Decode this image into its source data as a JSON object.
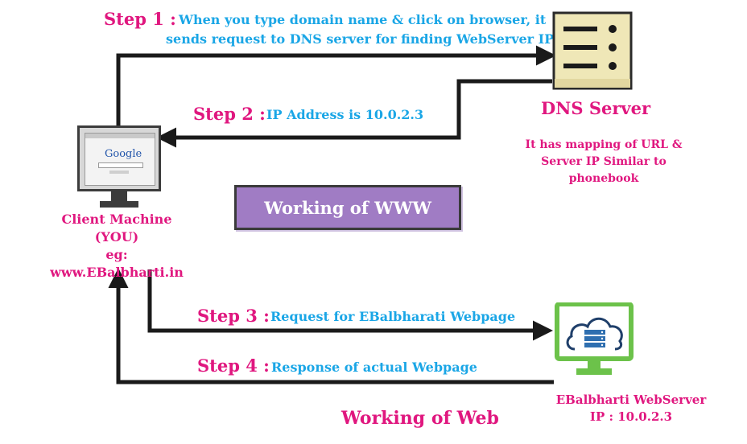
{
  "steps": [
    {
      "label": "Step 1 :",
      "text_line1": "When you type domain name & click on browser, it",
      "text_line2": "sends request to DNS server for finding WebServer IP"
    },
    {
      "label": "Step 2 :",
      "text": "IP Address is 10.0.2.3"
    },
    {
      "label": "Step 3 :",
      "text": "Request for EBalbharati Webpage"
    },
    {
      "label": "Step 4 :",
      "text": "Response of actual Webpage"
    }
  ],
  "dns": {
    "title": "DNS Server",
    "note_line1": "It has mapping of URL &",
    "note_line2": "Server IP Similar to",
    "note_line3": "phonebook"
  },
  "client": {
    "line1": "Client Machine",
    "line2": "(YOU)",
    "line3": "eg: www.EBalbharti.in",
    "screen_logo": "Google"
  },
  "center_box": {
    "label": "Working of WWW"
  },
  "webserver": {
    "line1": "EBalbharti WebServer",
    "line2": "IP : 10.0.2.3"
  },
  "footer": {
    "title": "Working of Web"
  },
  "colors": {
    "step_label": "#e0177f",
    "step_text": "#1aa6e6",
    "box_fill": "#a07cc4",
    "dns_fill": "#efe7b7",
    "webserver_frame": "#6cc24a"
  },
  "icons": [
    "server-tower-icon",
    "computer-monitor-icon",
    "cloud-server-icon"
  ]
}
